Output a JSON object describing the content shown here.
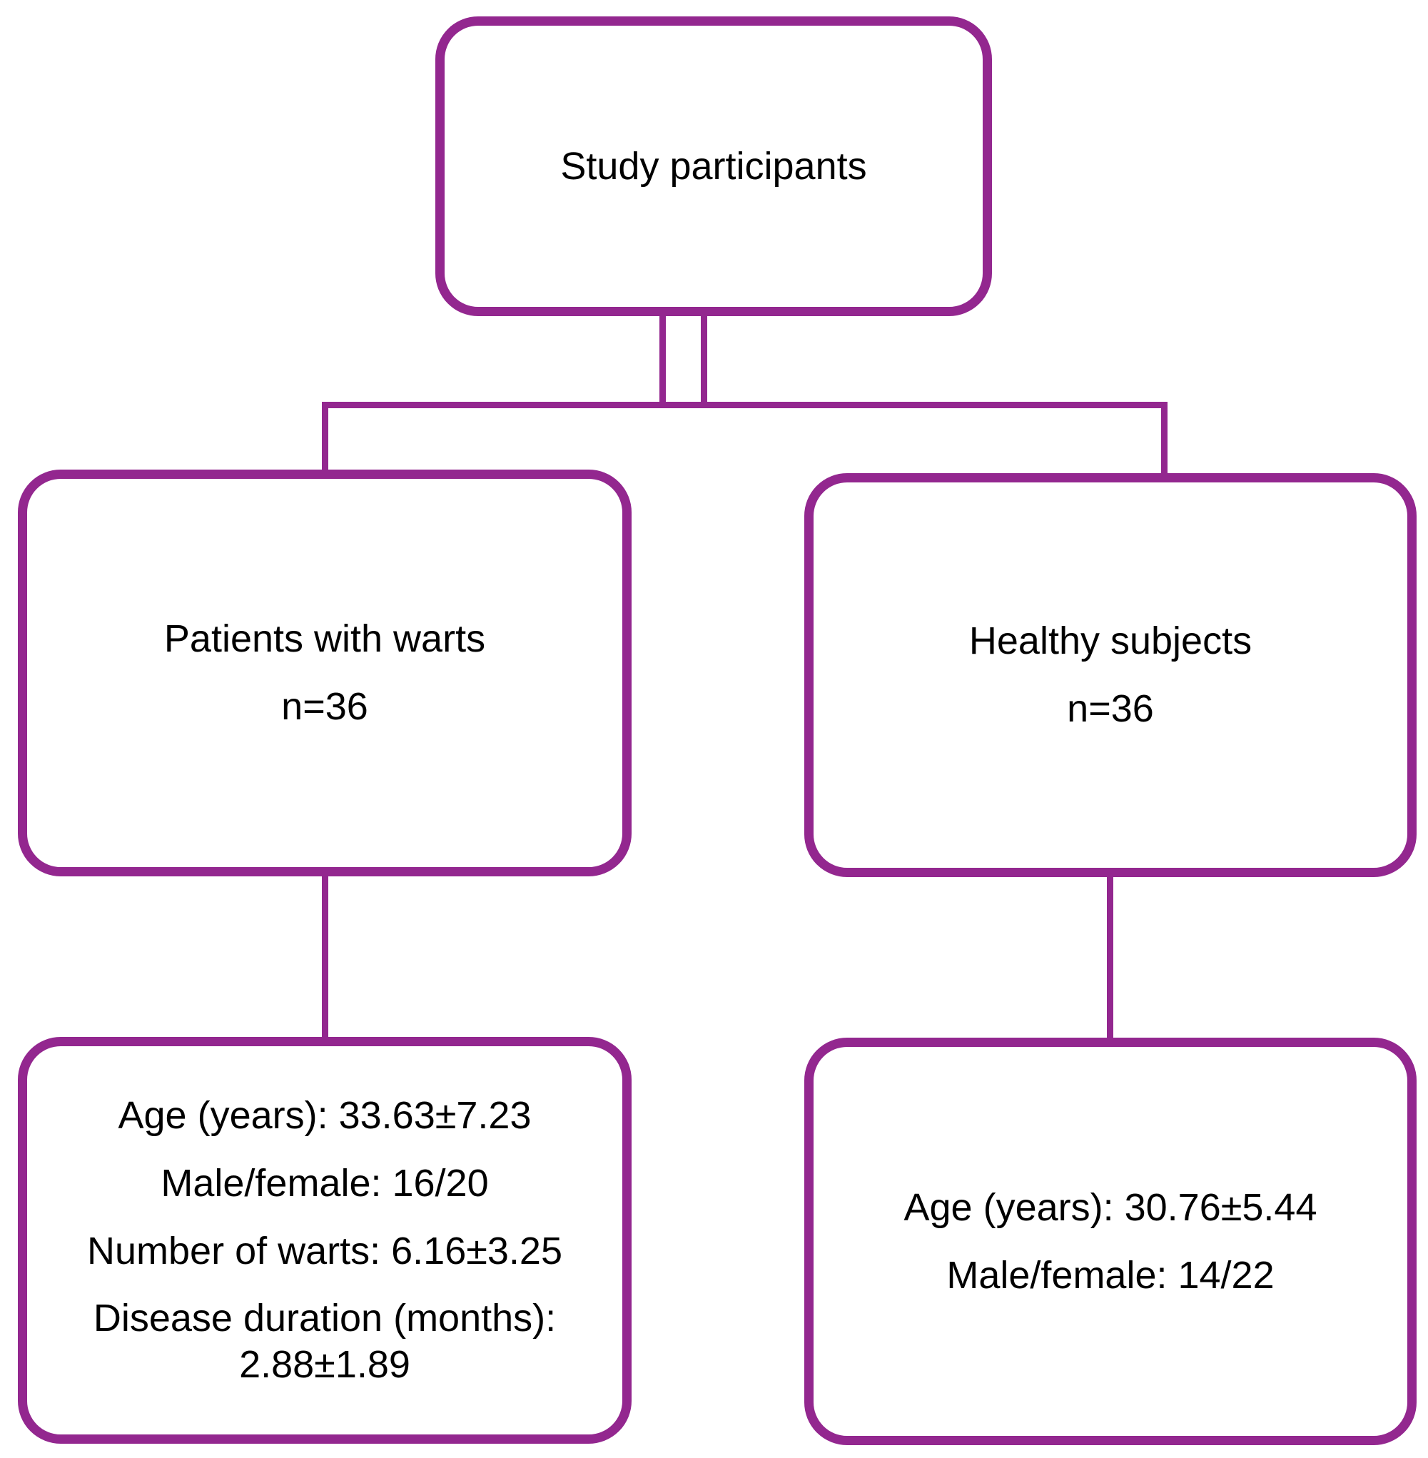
{
  "colors": {
    "node_border": "#93278F",
    "text": "#000000",
    "background": "#FFFFFF"
  },
  "diagram": {
    "root": {
      "label": "Study participants"
    },
    "patients": {
      "title": "Patients with warts",
      "count": "n=36"
    },
    "healthy": {
      "title": "Healthy subjects",
      "count": "n=36"
    },
    "patients_details": {
      "lines": [
        "Age (years): 33.63±7.23",
        "Male/female: 16/20",
        "Number of warts: 6.16±3.25",
        "Disease duration (months): 2.88±1.89"
      ]
    },
    "healthy_details": {
      "lines": [
        "Age (years): 30.76±5.44",
        "Male/female: 14/22"
      ]
    }
  }
}
